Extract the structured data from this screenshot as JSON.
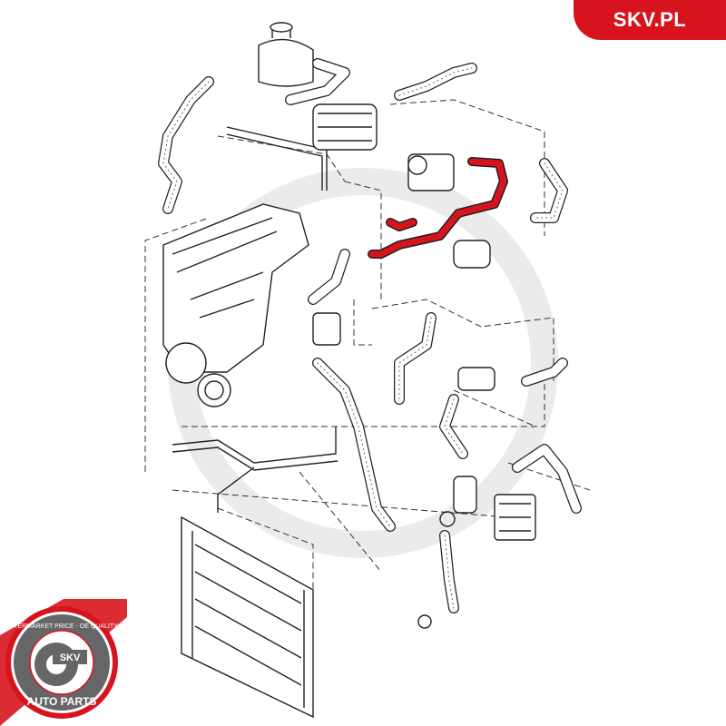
{
  "brand": {
    "site_label": "SKV.PL",
    "accent": "#d7141d"
  },
  "seal": {
    "top_text": "AFTERMARKET PRICE - OE QUALITY",
    "center_text": "SKV",
    "bottom_text": "AUTO PARTS"
  },
  "diagram": {
    "highlight_color": "#d7141d",
    "highlighted_part": "coolant-hose"
  }
}
